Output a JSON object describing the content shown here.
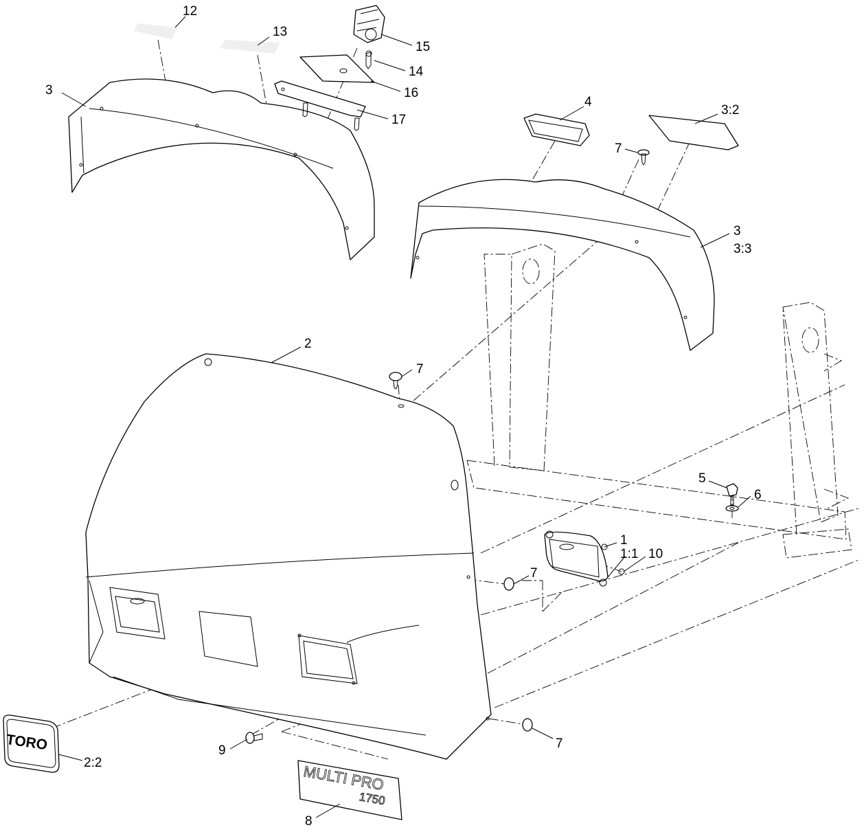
{
  "callouts": {
    "c12": "12",
    "c13": "13",
    "c15": "15",
    "c14": "14",
    "c16": "16",
    "c3_left": "3",
    "c17": "17",
    "c4": "4",
    "c3_2": "3:2",
    "c7_top": "7",
    "c3_right_a": "3",
    "c3_right_b": "3:3",
    "c2": "2",
    "c7_hood": "7",
    "c5": "5",
    "c6": "6",
    "c1": "1",
    "c1_1": "1:1",
    "c10": "10",
    "c7_mid": "7",
    "c9": "9",
    "c2_2": "2:2",
    "c7_bottom": "7",
    "c8": "8"
  },
  "decals": {
    "toro_logo": "TORO",
    "model_name": "MULTI PRO",
    "model_number": "1750"
  }
}
